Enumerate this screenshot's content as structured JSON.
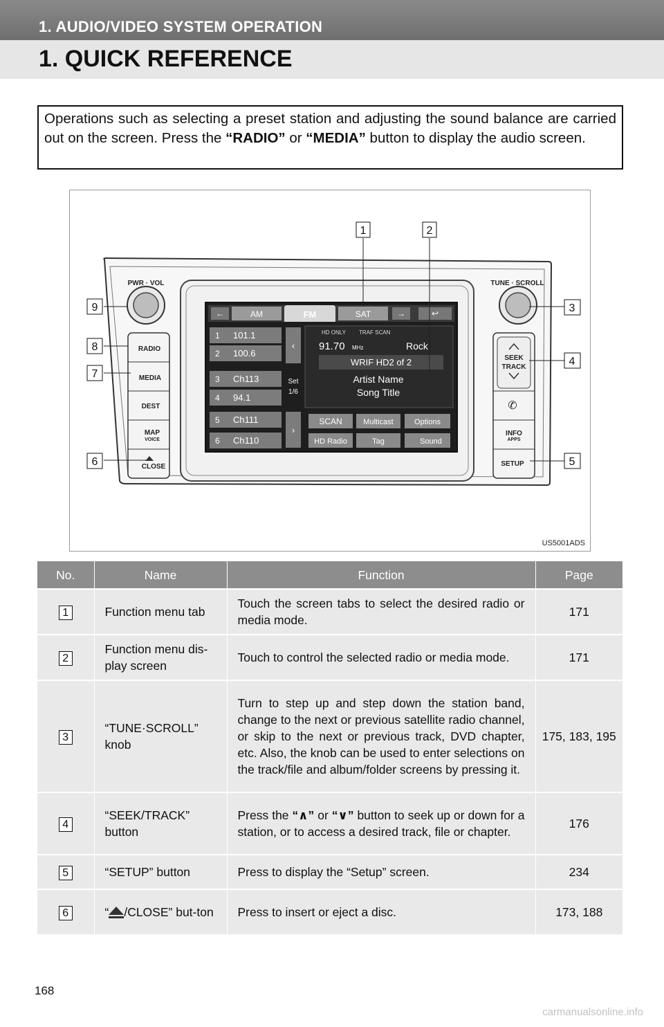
{
  "header": {
    "section": "1. AUDIO/VIDEO SYSTEM OPERATION",
    "title": "1. QUICK REFERENCE"
  },
  "intro": {
    "text_1": "Operations such as selecting a preset station and adjusting the sound balance are carried out on the screen. Press the ",
    "radio": "“RADIO”",
    "text_2": " or ",
    "media": "“MEDIA”",
    "text_3": " button to display the audio screen."
  },
  "figure": {
    "code": "US5001ADS",
    "labels": {
      "pwr_vol": "PWR · VOL",
      "tune_scroll": "TUNE · SCROLL"
    },
    "left_buttons": [
      "RADIO",
      "MEDIA",
      "DEST",
      "MAP",
      "VOICE",
      "CLOSE"
    ],
    "right_buttons": {
      "seek": "SEEK",
      "track": "TRACK",
      "info": "INFO",
      "apps": "APPS",
      "setup": "SETUP"
    },
    "callouts": [
      "1",
      "2",
      "3",
      "4",
      "5",
      "6",
      "7",
      "8",
      "9"
    ],
    "screen": {
      "tabs": [
        "AM",
        "FM",
        "SAT"
      ],
      "presets": [
        {
          "n": "1",
          "v": "101.1"
        },
        {
          "n": "2",
          "v": "100.6"
        },
        {
          "n": "3",
          "v": "Ch113"
        },
        {
          "n": "4",
          "v": "94.1"
        },
        {
          "n": "5",
          "v": "Ch111"
        },
        {
          "n": "6",
          "v": "Ch110"
        }
      ],
      "flags": [
        "HD ONLY",
        "TRAF SCAN"
      ],
      "freq": "91.70",
      "unit": "MHz",
      "genre": "Rock",
      "station": "WRIF HD2 of 2",
      "artist": "Artist Name",
      "song": "Song Title",
      "set_label": "Set",
      "set_page": "1/6",
      "buttons": [
        "SCAN",
        "Multicast",
        "Options",
        "HD Radio",
        "Tag",
        "Sound"
      ]
    }
  },
  "table": {
    "headers": [
      "No.",
      "Name",
      "Function",
      "Page"
    ],
    "rows": [
      {
        "no": "1",
        "name": "Function menu tab",
        "function": "Touch the screen tabs to select the desired radio or media mode.",
        "page": "171"
      },
      {
        "no": "2",
        "name": "Function menu dis-play screen",
        "function": "Touch to control the selected radio or media mode.",
        "page": "171"
      },
      {
        "no": "3",
        "name": "“TUNE·SCROLL” knob",
        "function": "Turn to step up and step down the station band, change to the next or previous satellite radio channel, or skip to the next or previous track, DVD chapter, etc. Also, the knob can be used to enter selections on the track/file and album/folder screens by pressing it.",
        "page": "175, 183, 195"
      },
      {
        "no": "4",
        "name": "“SEEK/TRACK” button",
        "function_1": "Press the ",
        "up_key": "“∧”",
        "function_2": " or ",
        "down_key": "“∨”",
        "function_3": " button to seek up or down for a station, or to access a desired track, file or chapter.",
        "page": "176"
      },
      {
        "no": "5",
        "name": "“SETUP” button",
        "function": "Press to display the “Setup” screen.",
        "page": "234"
      },
      {
        "no": "6",
        "name_1": "“",
        "name_2": "/CLOSE” but-ton",
        "function": "Press to insert or eject a disc.",
        "page": "173, 188"
      }
    ]
  },
  "page_number": "168",
  "watermark": "carmanualsonline.info"
}
